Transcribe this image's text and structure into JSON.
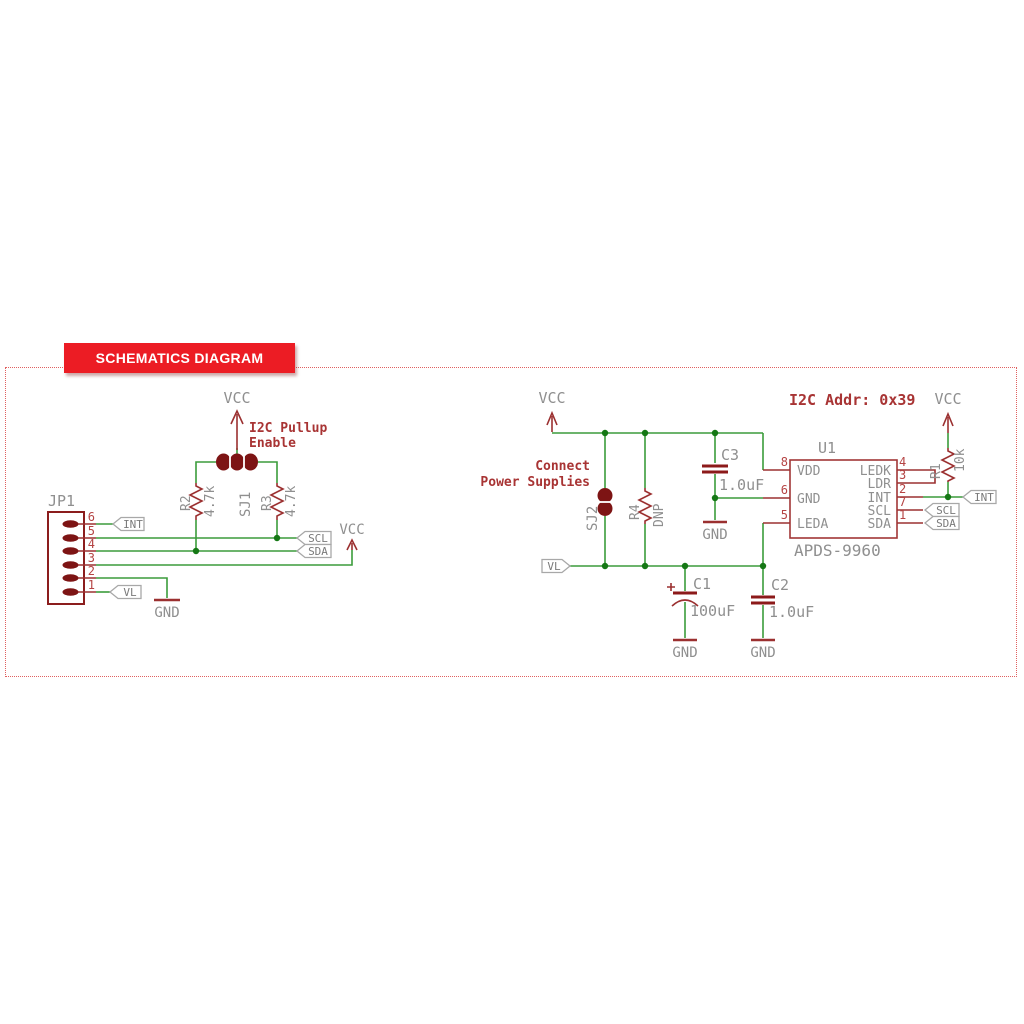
{
  "banner": {
    "title": "SCHEMATICS DIAGRAM"
  },
  "colors": {
    "banner_red": "#ec1c24",
    "wire_green": "#3b9c3b",
    "junction_green": "#157815",
    "component_maroon": "#9b3030",
    "pad_dark_red": "#7d1414",
    "annotation_red": "#a83434",
    "label_gray": "#8f8f8f",
    "frame_dotted_red": "#e06060"
  },
  "left": {
    "vcc_top": "VCC",
    "vcc_bus": "VCC",
    "gnd": "GND",
    "note1": "I2C Pullup",
    "note2": "Enable",
    "sj1": "SJ1",
    "r2": "R2",
    "r2_val": "4.7k",
    "r3": "R3",
    "r3_val": "4.7k",
    "jp1": "JP1",
    "pin_numbers": [
      "6",
      "5",
      "4",
      "3",
      "2",
      "1"
    ],
    "tag_int": "INT",
    "tag_scl": "SCL",
    "tag_sda": "SDA",
    "tag_vl": "VL"
  },
  "right": {
    "vcc_left": "VCC",
    "vcc_right": "VCC",
    "note1": "Connect",
    "note2": "Power Supplies",
    "i2c_addr": "I2C Addr: 0x39",
    "sj2": "SJ2",
    "r4": "R4",
    "r4_val": "DNP",
    "r1": "R1",
    "r1_val": "10k",
    "c3": "C3",
    "c3_val": "1.0uF",
    "c1": "C1",
    "c1_val": "100uF",
    "c2": "C2",
    "c2_val": "1.0uF",
    "gnd_c3": "GND",
    "gnd_c1": "GND",
    "gnd_c2": "GND",
    "u1": "U1",
    "u1_part": "APDS-9960",
    "u1_left_pins": [
      {
        "num": "8",
        "name": "VDD"
      },
      {
        "num": "6",
        "name": "GND"
      },
      {
        "num": "5",
        "name": "LEDA"
      }
    ],
    "u1_right_pins": [
      {
        "num": "4",
        "name": "LEDK"
      },
      {
        "num": "3",
        "name": "LDR"
      },
      {
        "num": "2",
        "name": "INT"
      },
      {
        "num": "7",
        "name": "SCL"
      },
      {
        "num": "1",
        "name": "SDA"
      }
    ],
    "tag_vl": "VL",
    "tag_int": "INT",
    "tag_scl": "SCL",
    "tag_sda": "SDA"
  }
}
